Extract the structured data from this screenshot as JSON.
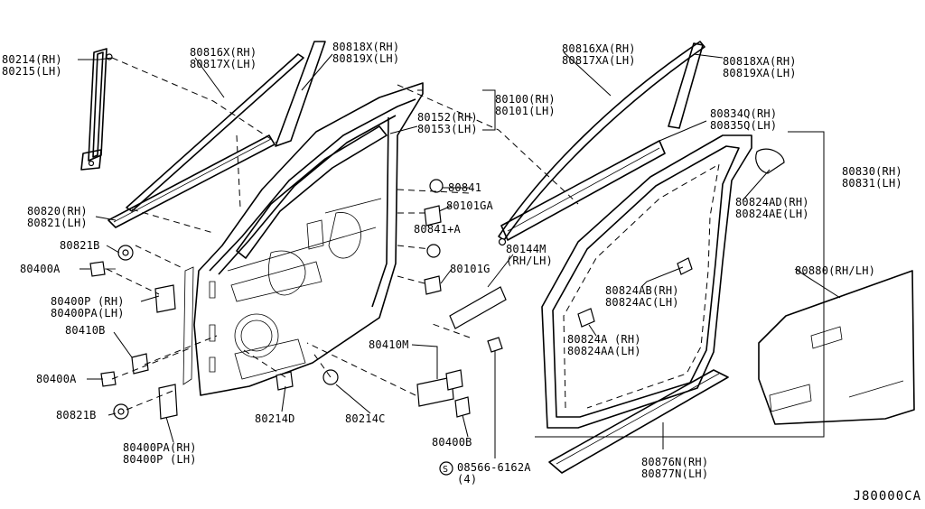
{
  "diagram": {
    "code": "J80000CA",
    "labels": {
      "p80214": {
        "l1": "80214(RH)",
        "l2": "80215(LH)"
      },
      "p80816x": {
        "l1": "80816X(RH)",
        "l2": "80817X(LH)"
      },
      "p80818x": {
        "l1": "80818X(RH)",
        "l2": "80819X(LH)"
      },
      "p80816xa": {
        "l1": "80816XA(RH)",
        "l2": "80817XA(LH)"
      },
      "p80818xa": {
        "l1": "80818XA(RH)",
        "l2": "80819XA(LH)"
      },
      "p80100": {
        "l1": "80100(RH)",
        "l2": "80101(LH)"
      },
      "p80152": {
        "l1": "80152(RH)",
        "l2": "80153(LH)"
      },
      "p80834q": {
        "l1": "80834Q(RH)",
        "l2": "80835Q(LH)"
      },
      "p80830": {
        "l1": "80830(RH)",
        "l2": "80831(LH)"
      },
      "p80841": {
        "l1": "80841"
      },
      "p80101ga": {
        "l1": "80101GA"
      },
      "p80841a": {
        "l1": "80841+A"
      },
      "p80144m": {
        "l1": "80144M",
        "l2": "(RH/LH)"
      },
      "p80101g": {
        "l1": "80101G"
      },
      "p80820": {
        "l1": "80820(RH)",
        "l2": "80821(LH)"
      },
      "p80821b_top": {
        "l1": "80821B"
      },
      "p80400a_top": {
        "l1": "80400A"
      },
      "p80400p": {
        "l1": "80400P (RH)",
        "l2": "80400PA(LH)"
      },
      "p80410b": {
        "l1": "80410B"
      },
      "p80400a_bot": {
        "l1": "80400A"
      },
      "p80821b_bot": {
        "l1": "80821B"
      },
      "p80400pa": {
        "l1": "80400PA(RH)",
        "l2": "80400P (LH)"
      },
      "p80214d": {
        "l1": "80214D"
      },
      "p80214c": {
        "l1": "80214C"
      },
      "p80410m": {
        "l1": "80410M"
      },
      "p80400b": {
        "l1": "80400B"
      },
      "p08566": {
        "l1": "08566-6162A",
        "l2": "(4)"
      },
      "p80824ad": {
        "l1": "80824AD(RH)",
        "l2": "80824AE(LH)"
      },
      "p80824ab": {
        "l1": "80824AB(RH)",
        "l2": "80824AC(LH)"
      },
      "p80824a": {
        "l1": "80824A (RH)",
        "l2": "80824AA(LH)"
      },
      "p80880": {
        "l1": "80880(RH/LH)"
      },
      "p80876n": {
        "l1": "80876N(RH)",
        "l2": "80877N(LH)"
      }
    }
  }
}
